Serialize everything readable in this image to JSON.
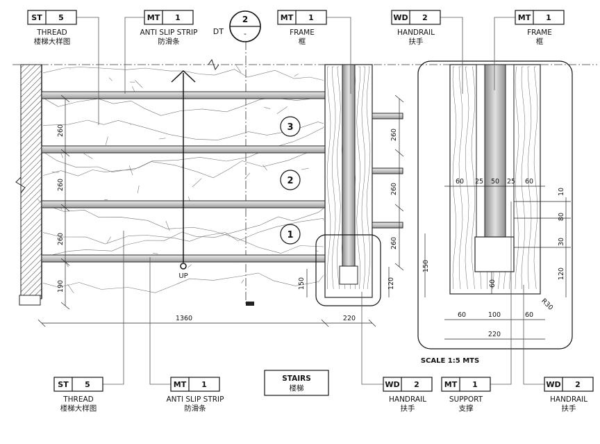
{
  "callouts_top": [
    {
      "code": "ST",
      "num": "5",
      "en": "THREAD",
      "cn": "楼梯大样图"
    },
    {
      "code": "MT",
      "num": "1",
      "en": "ANTI SLIP STRIP",
      "cn": "防滑条"
    },
    {
      "code": "MT",
      "num": "1",
      "en": "FRAME",
      "cn": "框"
    },
    {
      "code": "WD",
      "num": "2",
      "en": "HANDRAIL",
      "cn": "扶手"
    },
    {
      "code": "MT",
      "num": "1",
      "en": "FRAME",
      "cn": "框"
    }
  ],
  "callouts_bottom": [
    {
      "code": "ST",
      "num": "5",
      "en": "THREAD",
      "cn": "楼梯大样图"
    },
    {
      "code": "MT",
      "num": "1",
      "en": "ANTI SLIP STRIP",
      "cn": "防滑条"
    },
    {
      "code": "WD",
      "num": "2",
      "en": "HANDRAIL",
      "cn": "扶手"
    },
    {
      "code": "MT",
      "num": "1",
      "en": "SUPPORT",
      "cn": "支撑"
    },
    {
      "code": "WD",
      "num": "2",
      "en": "HANDRAIL",
      "cn": "扶手"
    }
  ],
  "section_marker": {
    "prefix": "DT",
    "number": "2",
    "sub": "-"
  },
  "steps": [
    "1",
    "2",
    "3"
  ],
  "up_label": "UP",
  "title": {
    "en": "STAIRS",
    "cn": "楼梯"
  },
  "scale": "SCALE 1:5 MTS",
  "dims_plan": {
    "riser_1": "260",
    "riser_2": "260",
    "riser_3": "260",
    "bottom": "190",
    "width": "1360",
    "rail_width": "220",
    "rail_height": "150",
    "rail_h2": "120",
    "right_1": "260",
    "right_2": "260",
    "right_3": "260"
  },
  "dims_detail": {
    "top_60a": "60",
    "top_25a": "25",
    "top_50": "50",
    "top_25b": "25",
    "top_60b": "60",
    "r_10": "10",
    "r_80": "80",
    "r_30": "30",
    "r_120": "120",
    "left_150": "150",
    "mid_60": "60",
    "bot_60a": "60",
    "bot_100": "100",
    "bot_60b": "60",
    "total_220": "220",
    "radius": "R30"
  }
}
